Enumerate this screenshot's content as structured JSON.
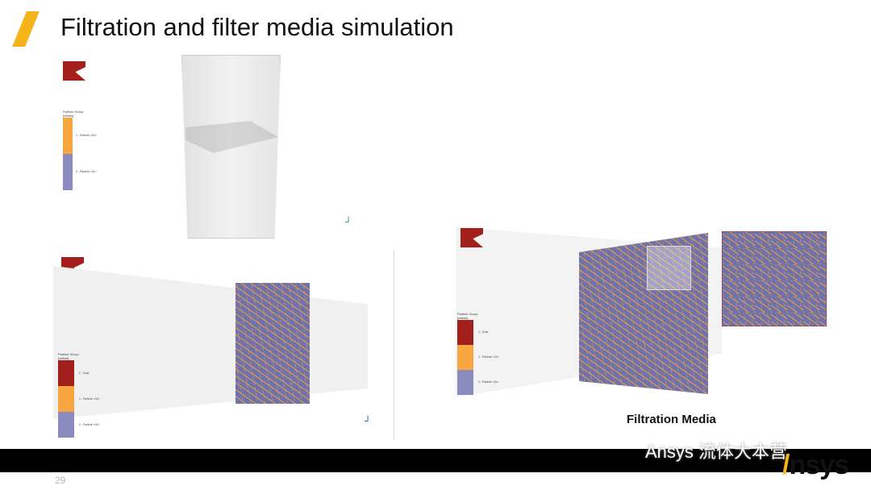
{
  "title": "Filtration and filter media simulation",
  "legend_top": {
    "title": "Particle Group",
    "subtitle": "[cellids]",
    "items": [
      {
        "label": "1 - Particle <02>",
        "color": "#f7a640"
      },
      {
        "label": "0 - Particle <01>",
        "color": "#8b8bbf"
      }
    ]
  },
  "legend_bl": {
    "title": "Particle Group",
    "subtitle": "[cellids]",
    "items": [
      {
        "label": "2 - Dust",
        "color": "#a31f1c"
      },
      {
        "label": "1 - Particle <02>",
        "color": "#f7a640"
      },
      {
        "label": "0 - Particle <01>",
        "color": "#8b8bbf"
      }
    ]
  },
  "legend_right": {
    "title": "Particle Group",
    "subtitle": "[cellids]",
    "items": [
      {
        "label": "2 - Dust",
        "color": "#a31f1c"
      },
      {
        "label": "1 - Particle <02>",
        "color": "#f7a640"
      },
      {
        "label": "0 - Particle <01>",
        "color": "#8b8bbf"
      }
    ]
  },
  "caption": "Filtration Media",
  "page_number": "29",
  "brand": {
    "mark": "/",
    "text": "nsys"
  },
  "watermark": "Ansys 流体大本营"
}
